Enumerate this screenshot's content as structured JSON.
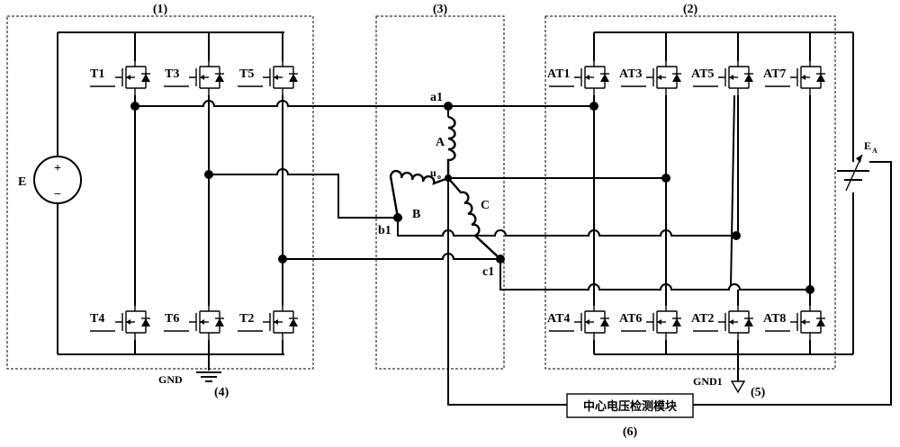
{
  "blocks": {
    "inverter_main": "(1)",
    "inverter_aux": "(2)",
    "motor": "(3)",
    "ground_main_id": "(4)",
    "ground_aux_id": "(5)",
    "detector_id": "(6)"
  },
  "main_switches": [
    "T1",
    "T3",
    "T5",
    "T4",
    "T6",
    "T2"
  ],
  "aux_switches": [
    "AT1",
    "AT3",
    "AT5",
    "AT7",
    "AT4",
    "AT6",
    "AT2",
    "AT8"
  ],
  "source": {
    "label": "E",
    "plus": "+",
    "minus": "−"
  },
  "aux_source": {
    "label": "E",
    "subscript": "A"
  },
  "motor_nodes": {
    "a": "a1",
    "b": "b1",
    "c": "c1",
    "neutral": "u",
    "neutral_sub": "o"
  },
  "windings": {
    "a": "A",
    "b": "B",
    "c": "C"
  },
  "grounds": {
    "main": "GND",
    "aux": "GND1"
  },
  "detector": {
    "label": "中心电压检测模块"
  }
}
